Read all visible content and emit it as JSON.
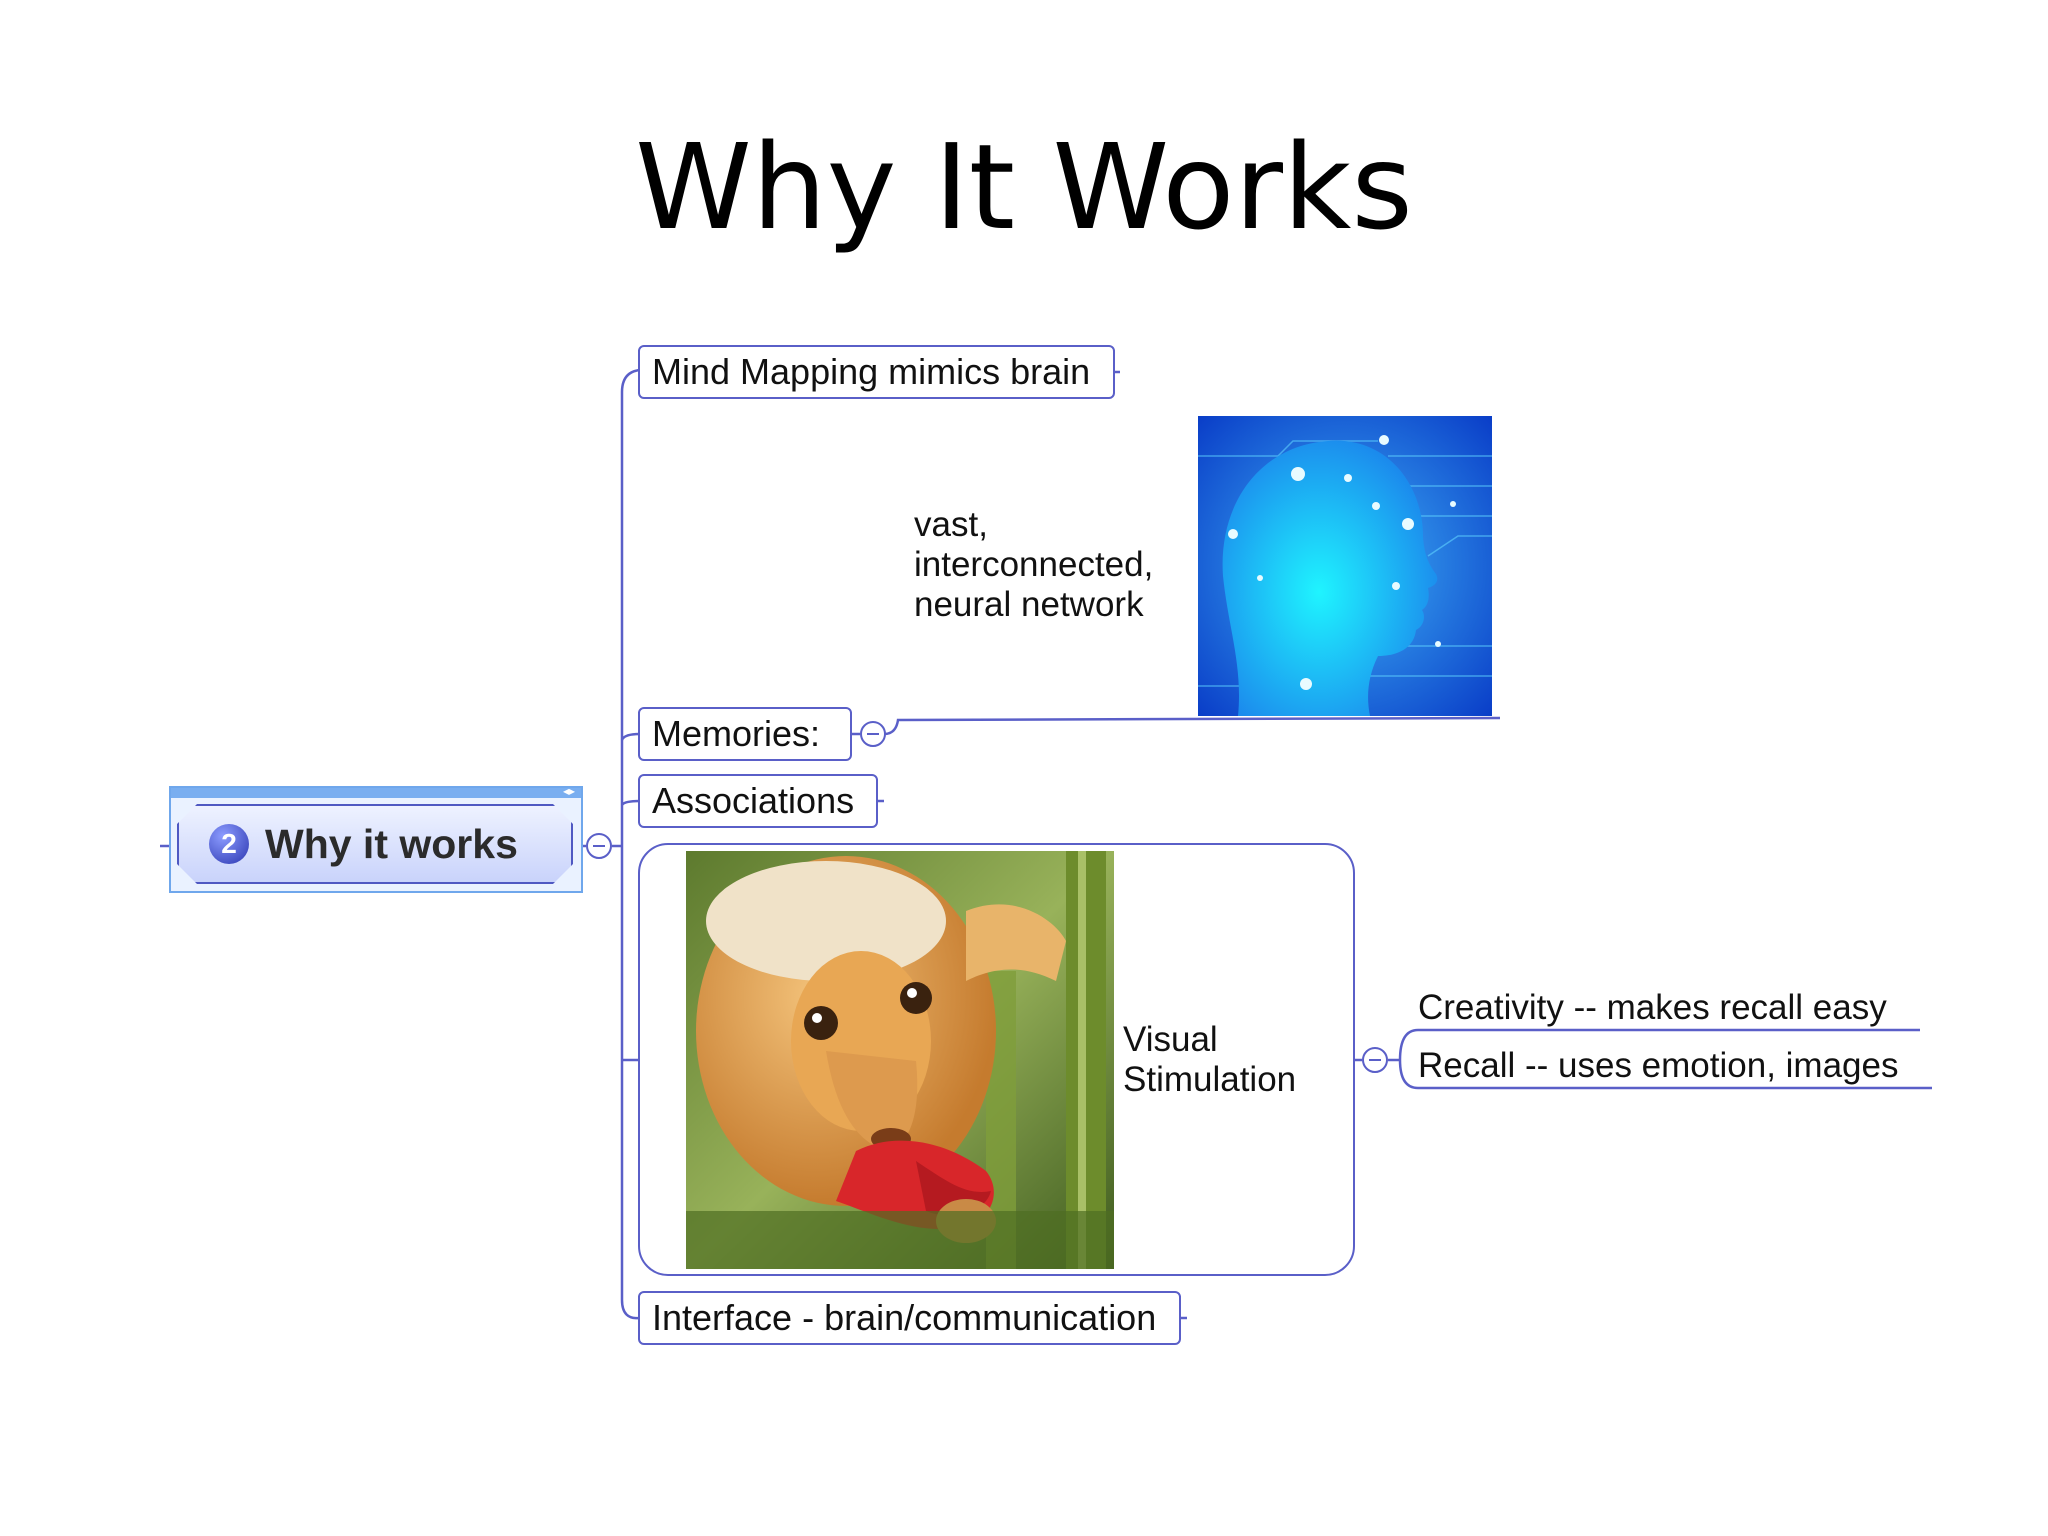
{
  "slide": {
    "title": "Why It Works"
  },
  "root": {
    "number": "2",
    "label": "Why it works"
  },
  "branches": {
    "mind_mapping": "Mind Mapping mimics brain",
    "memories": "Memories:",
    "memories_note": [
      "vast,",
      "interconnected,",
      "neural network"
    ],
    "associations": "Associations",
    "visual_stimulation": [
      "Visual",
      "Stimulation"
    ],
    "creativity": "Creativity -- makes recall easy",
    "recall": "Recall -- uses emotion, images",
    "interface": "Interface - brain/communication"
  },
  "colors": {
    "connector": "#5a5fc8",
    "root_highlight": "#6fa7ec"
  },
  "images": {
    "brain": "blue-digital-head-illustration",
    "animal": "cuscus-with-red-flower-photo"
  }
}
